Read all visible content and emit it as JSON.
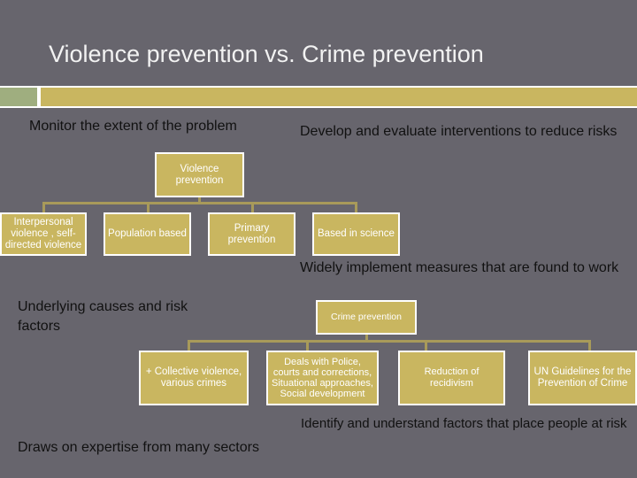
{
  "title": "Violence prevention vs. Crime prevention",
  "texts": {
    "monitor": "Monitor the extent of the problem",
    "develop": "Develop and evaluate interventions to reduce risks",
    "underlying": "Underlying causes and risk factors",
    "widely": "Widely implement measures that are found to work",
    "identify": "Identify and understand factors that place people at risk",
    "draws": "Draws on expertise from many sectors"
  },
  "violence_tree": {
    "root": "Violence prevention",
    "children": [
      "Interpersonal violence , self-directed violence",
      "Population based",
      "Primary prevention",
      "Based in science"
    ]
  },
  "crime_tree": {
    "root": "Crime prevention",
    "children": [
      "+ Collective violence, various crimes",
      "Deals with Police, courts and corrections, Situational approaches, Social development",
      "Reduction of recidivism",
      "UN Guidelines for the Prevention of Crime"
    ]
  },
  "colors": {
    "background": "#67656d",
    "box": "#c9b660",
    "accent_green": "#9fae7f"
  }
}
